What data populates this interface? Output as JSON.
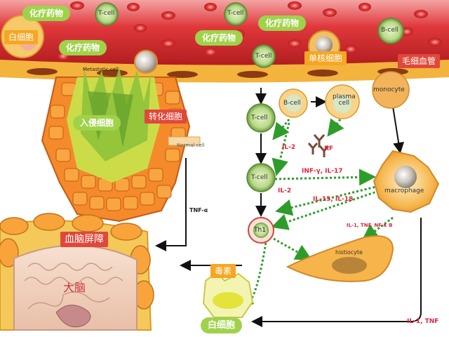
{
  "colors": {
    "vessel": "#d9262b",
    "vessel_dark": "#9b1518",
    "endothelium": "#f3b33c",
    "tumor_cell": "#f48a2a",
    "green_arrow": "#2e9c2a",
    "chemo_pill": "#9fd24a"
  },
  "labels": {
    "chemo_drug": "化疗药物",
    "white_cell_top": "白细胞",
    "t_cell": "T-cell",
    "b_cell": "B-cell",
    "monocyte_cn": "单核细胞",
    "capillary": "毛细血管",
    "metastatic_cell": "Metastatic cell",
    "invading_cell": "入侵细胞",
    "transformed_cell": "转化细胞",
    "normal_cell": "Normal cell",
    "tnf_alpha": "TNF-α",
    "bbb": "血脑屏障",
    "brain": "大脑",
    "toxin": "毒素",
    "white_cell_bottom": "白细胞",
    "plasma_cell": "plasma\ncell",
    "monocyte": "monocyte",
    "macrophage": "macrophage",
    "histiocyte": "histiocyte",
    "th1": "Th1",
    "il2_a": "IL-2",
    "il2_b": "IL-2",
    "rf": "RF",
    "inf_il17": "INF-γ, IL-17",
    "il15_il18": "IL-15, IL-18",
    "il1_tnf_nfkb": "IL-1, TNF, NF-κ B",
    "il1_tnf": "IL-1, TNF"
  }
}
